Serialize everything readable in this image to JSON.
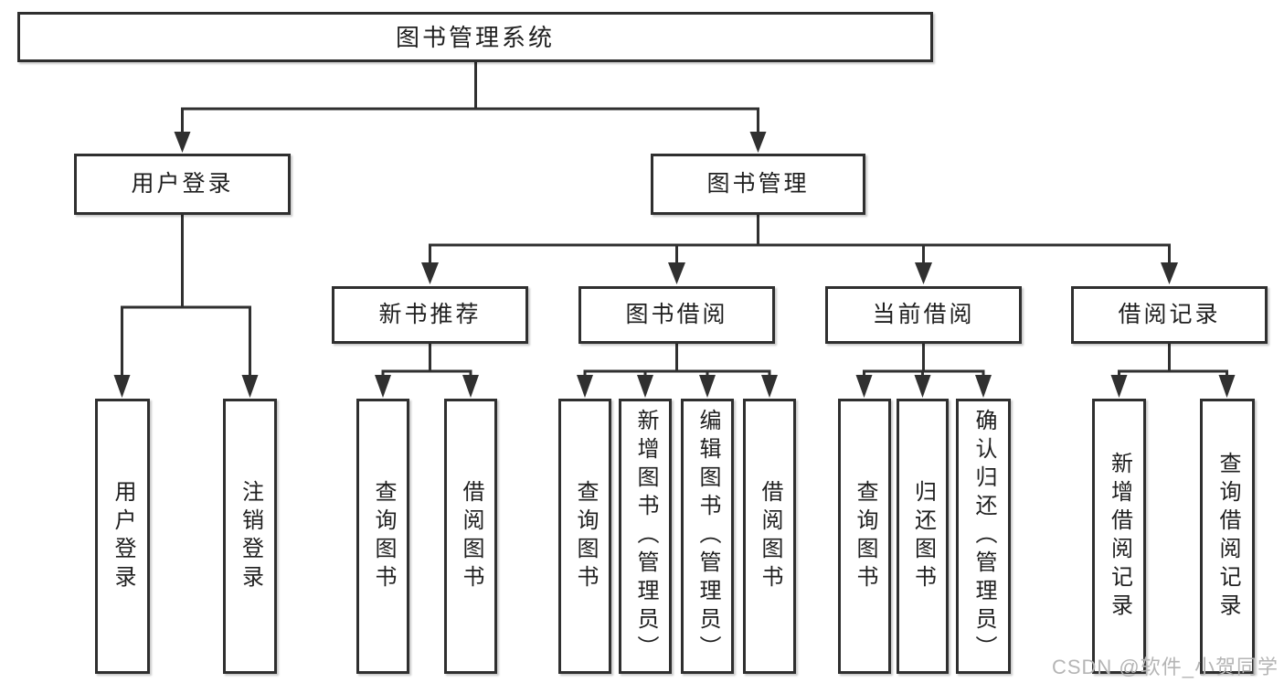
{
  "diagram": {
    "root": {
      "label": "图书管理系统"
    },
    "level2": [
      {
        "label": "用户登录"
      },
      {
        "label": "图书管理"
      }
    ],
    "level3": [
      {
        "label": "新书推荐"
      },
      {
        "label": "图书借阅"
      },
      {
        "label": "当前借阅"
      },
      {
        "label": "借阅记录"
      }
    ],
    "leaves": [
      {
        "label": "用户登录"
      },
      {
        "label": "注销登录"
      },
      {
        "label": "查询图书"
      },
      {
        "label": "借阅图书"
      },
      {
        "label": "查询图书"
      },
      {
        "label": "新增图书（管理员）"
      },
      {
        "label": "编辑图书（管理员）"
      },
      {
        "label": "借阅图书"
      },
      {
        "label": "查询图书"
      },
      {
        "label": "归还图书"
      },
      {
        "label": "确认归还（管理员）"
      },
      {
        "label": "新增借阅记录"
      },
      {
        "label": "查询借阅记录"
      }
    ],
    "watermark": "CSDN @软件_小贺同学",
    "colors": {
      "line": "#303030",
      "box_border": "#2f2f2f",
      "text": "#1f1f1f",
      "watermark": "#b5b5b5",
      "background": "#ffffff"
    }
  }
}
